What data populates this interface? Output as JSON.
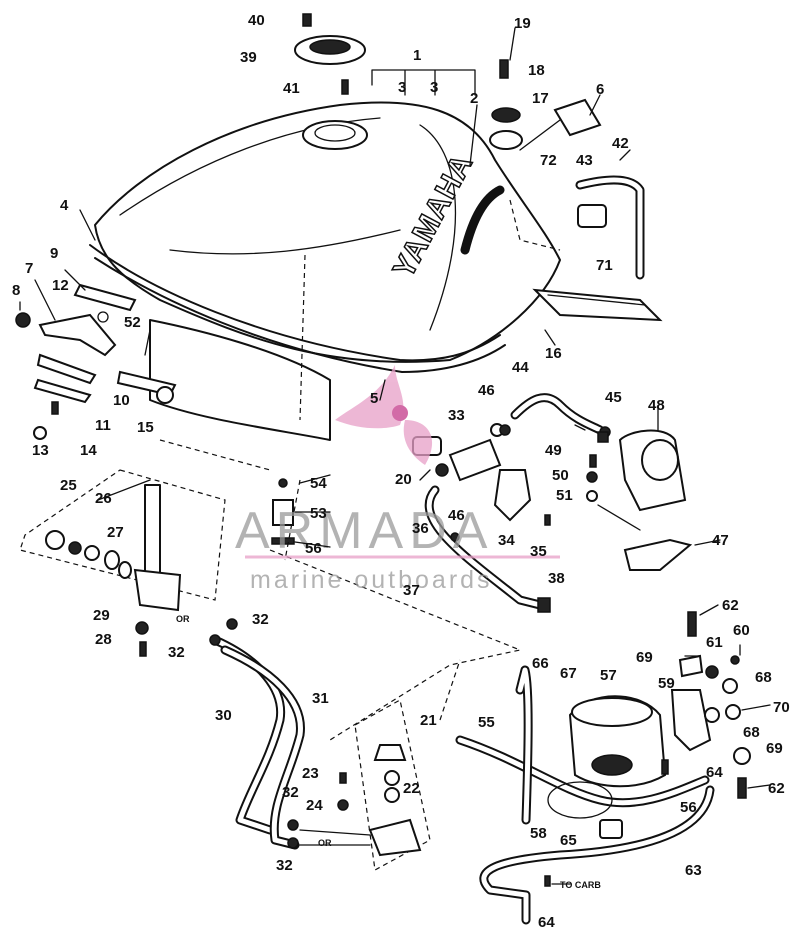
{
  "diagram": {
    "tank_brand": "YAMAHA",
    "note_to_carb": "TO CARB",
    "small_mark": "OR",
    "callouts": [
      "40",
      "39",
      "41",
      "1",
      "3",
      "3",
      "2",
      "19",
      "18",
      "17",
      "6",
      "72",
      "43",
      "42",
      "71",
      "4",
      "9",
      "7",
      "8",
      "12",
      "52",
      "10",
      "11",
      "14",
      "13",
      "15",
      "16",
      "5",
      "44",
      "46",
      "45",
      "48",
      "33",
      "49",
      "50",
      "51",
      "20",
      "54",
      "53",
      "56",
      "46",
      "36",
      "34",
      "35",
      "47",
      "25",
      "26",
      "27",
      "38",
      "37",
      "29",
      "28",
      "32",
      "32",
      "62",
      "60",
      "69",
      "61",
      "68",
      "66",
      "67",
      "57",
      "59",
      "70",
      "68",
      "69",
      "64",
      "62",
      "56",
      "31",
      "30",
      "21",
      "55",
      "23",
      "22",
      "24",
      "32",
      "32",
      "58",
      "65",
      "63",
      "64"
    ]
  },
  "watermark": {
    "main": "ARMADA",
    "sub": "marine outboards",
    "accent": "#e8a0c8"
  }
}
